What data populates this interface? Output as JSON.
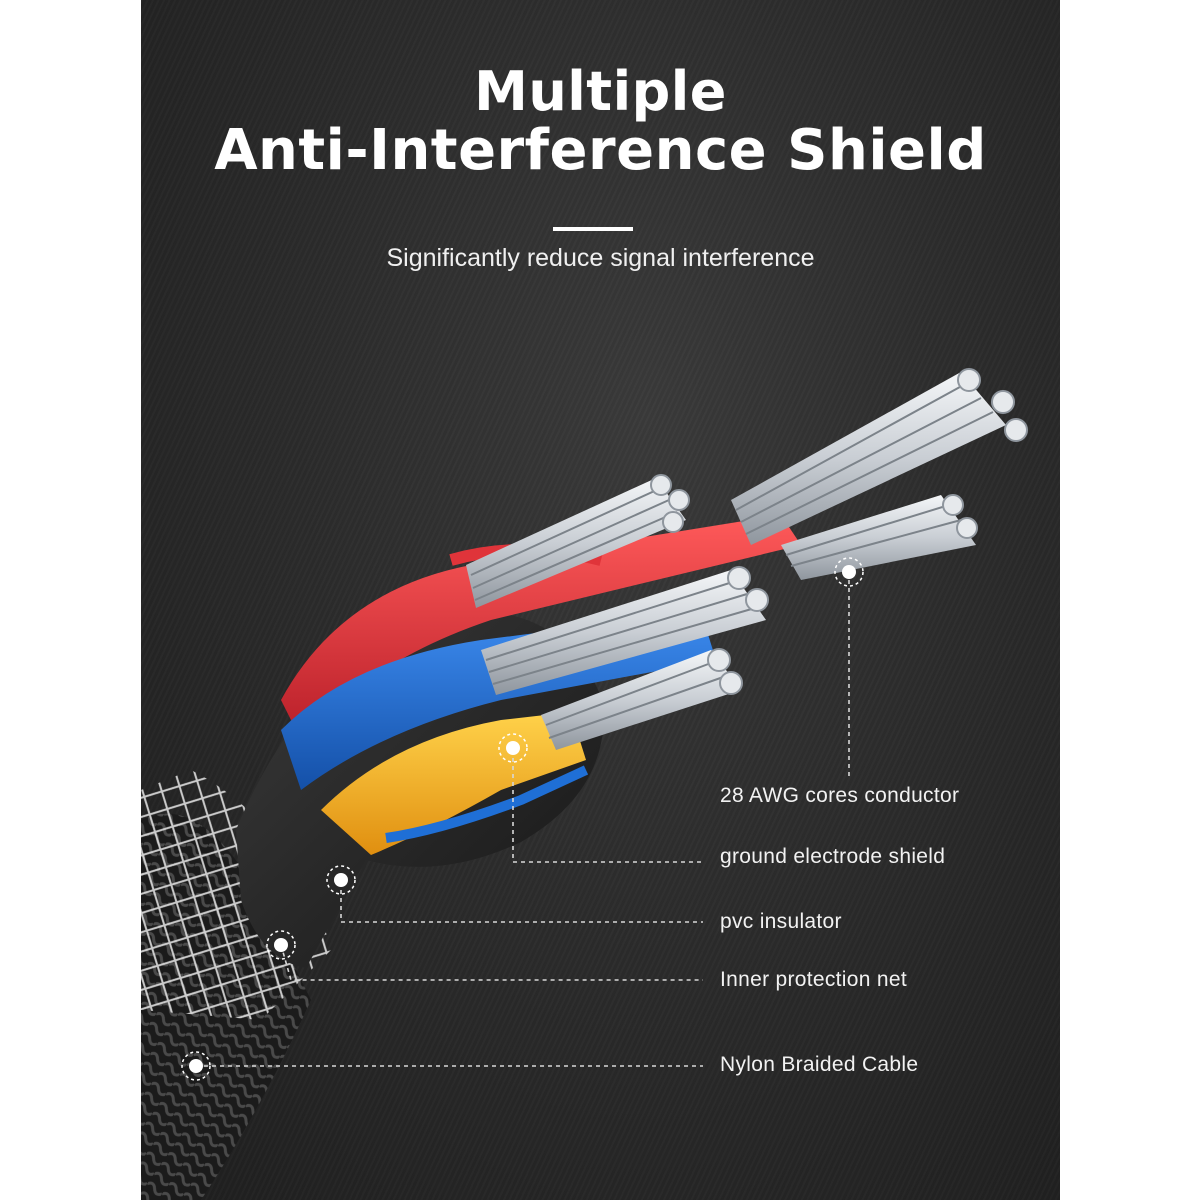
{
  "title": {
    "line1": "Multiple",
    "line2": "Anti-Interference Shield"
  },
  "subtitle": "Significantly reduce signal interference",
  "callouts": {
    "conductor": "28 AWG cores conductor",
    "ground_shield": "ground electrode shield",
    "pvc_insulator": "pvc insulator",
    "inner_net": "Inner protection net",
    "nylon_braid": "Nylon Braided Cable"
  },
  "colors": {
    "background": "#2c2c2c",
    "wire_red": "#e0343a",
    "wire_blue": "#1f6fd6",
    "wire_yellow": "#f2b21f",
    "strands": "#d9dde2",
    "text": "#ffffff"
  }
}
